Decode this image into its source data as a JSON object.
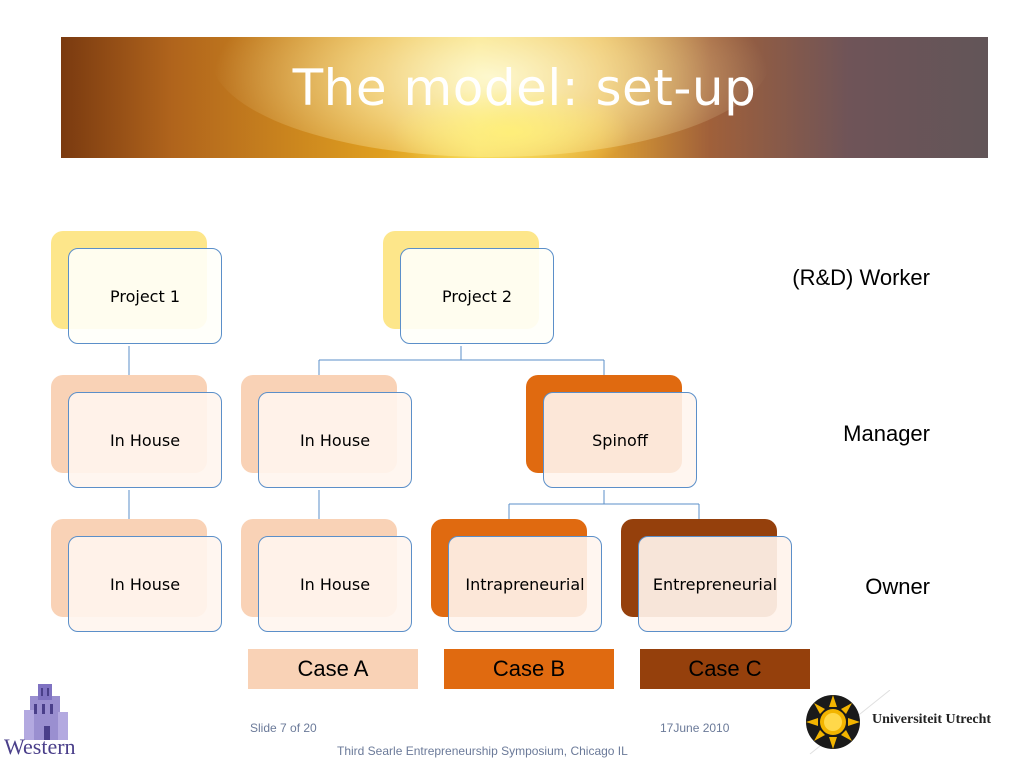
{
  "slide": {
    "title": "The model: set-up",
    "roles": [
      "(R&D) Worker",
      "Manager",
      "Owner"
    ],
    "nodes": {
      "project1": "Project 1",
      "project2": "Project 2",
      "inhouse_a_mgr": "In House",
      "inhouse_b_mgr": "In House",
      "spinoff": "Spinoff",
      "inhouse_a_owner": "In House",
      "inhouse_b_owner": "In House",
      "intrapreneurial": "Intrapreneurial",
      "entrepreneurial": "Entrepreneurial"
    },
    "cases": [
      {
        "label": "Case A",
        "color": "#f9d2b6"
      },
      {
        "label": "Case B",
        "color": "#e06a10"
      },
      {
        "label": "Case C",
        "color": "#95400c"
      }
    ],
    "colors": {
      "yellow": "#fde68a",
      "peach": "#f9d2b6",
      "orange": "#e06a10",
      "brown": "#95400c",
      "border": "#5b8fc9"
    }
  },
  "footer": {
    "slide_number": "Slide 7 of 20",
    "date": "17June 2010",
    "event": "Third Searle Entrepreneurship Symposium, Chicago IL"
  },
  "logos": {
    "left_text": "Western",
    "right_text": "Universiteit Utrecht"
  }
}
